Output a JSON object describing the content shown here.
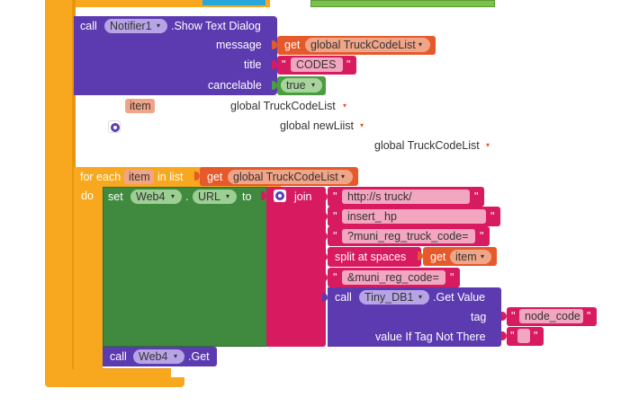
{
  "notifier_block": {
    "call_label": "call",
    "component": "Notifier1",
    "method": ".Show Text Dialog",
    "message_label": "message",
    "message_get": "get",
    "message_var": "global TruckCodeList",
    "title_label": "title",
    "title_value": "CODES",
    "cancelable_label": "cancelable",
    "cancelable_value": "true"
  },
  "floating": {
    "item_label": "item",
    "truck_list_1": "global TruckCodeList",
    "new_list": "global newLiist",
    "truck_list_2": "global TruckCodeList"
  },
  "for_each": {
    "for_label": "for each",
    "item_label": "item",
    "in_list_label": "in list",
    "get_label": "get",
    "list_var": "global TruckCodeList",
    "do_label": "do"
  },
  "set_block": {
    "set_label": "set",
    "component": "Web4",
    "dot": ".",
    "property": "URL",
    "to_label": "to"
  },
  "join_block": {
    "join_label": "join",
    "url_1": "http://s              truck/",
    "url_2": "insert_                hp",
    "url_3": "?muni_reg_truck_code=",
    "split_label": "split at spaces",
    "split_get": "get",
    "split_var": "item",
    "url_4": "&muni_reg_code="
  },
  "tinydb_block": {
    "call_label": "call",
    "component": "Tiny_DB1",
    "method": ".Get Value",
    "tag_label": "tag",
    "tag_value": "node_code",
    "default_label": "value If Tag Not There",
    "default_value": ""
  },
  "web_get": {
    "call_label": "call",
    "component": "Web4",
    "method": ".Get"
  },
  "quote": "\"",
  "dropdown_glyph": "▾",
  "colors": {
    "control_orange": "#f7a81e",
    "component_purple": "#5c3ab0",
    "text_pink": "#d81b60",
    "variable_orange": "#e6592a",
    "logic_green": "#4a9e3f",
    "set_green": "#3f8a3f",
    "list_cyan": "#28a7dd",
    "dropdown_orange_arrow": "#e6592a"
  }
}
